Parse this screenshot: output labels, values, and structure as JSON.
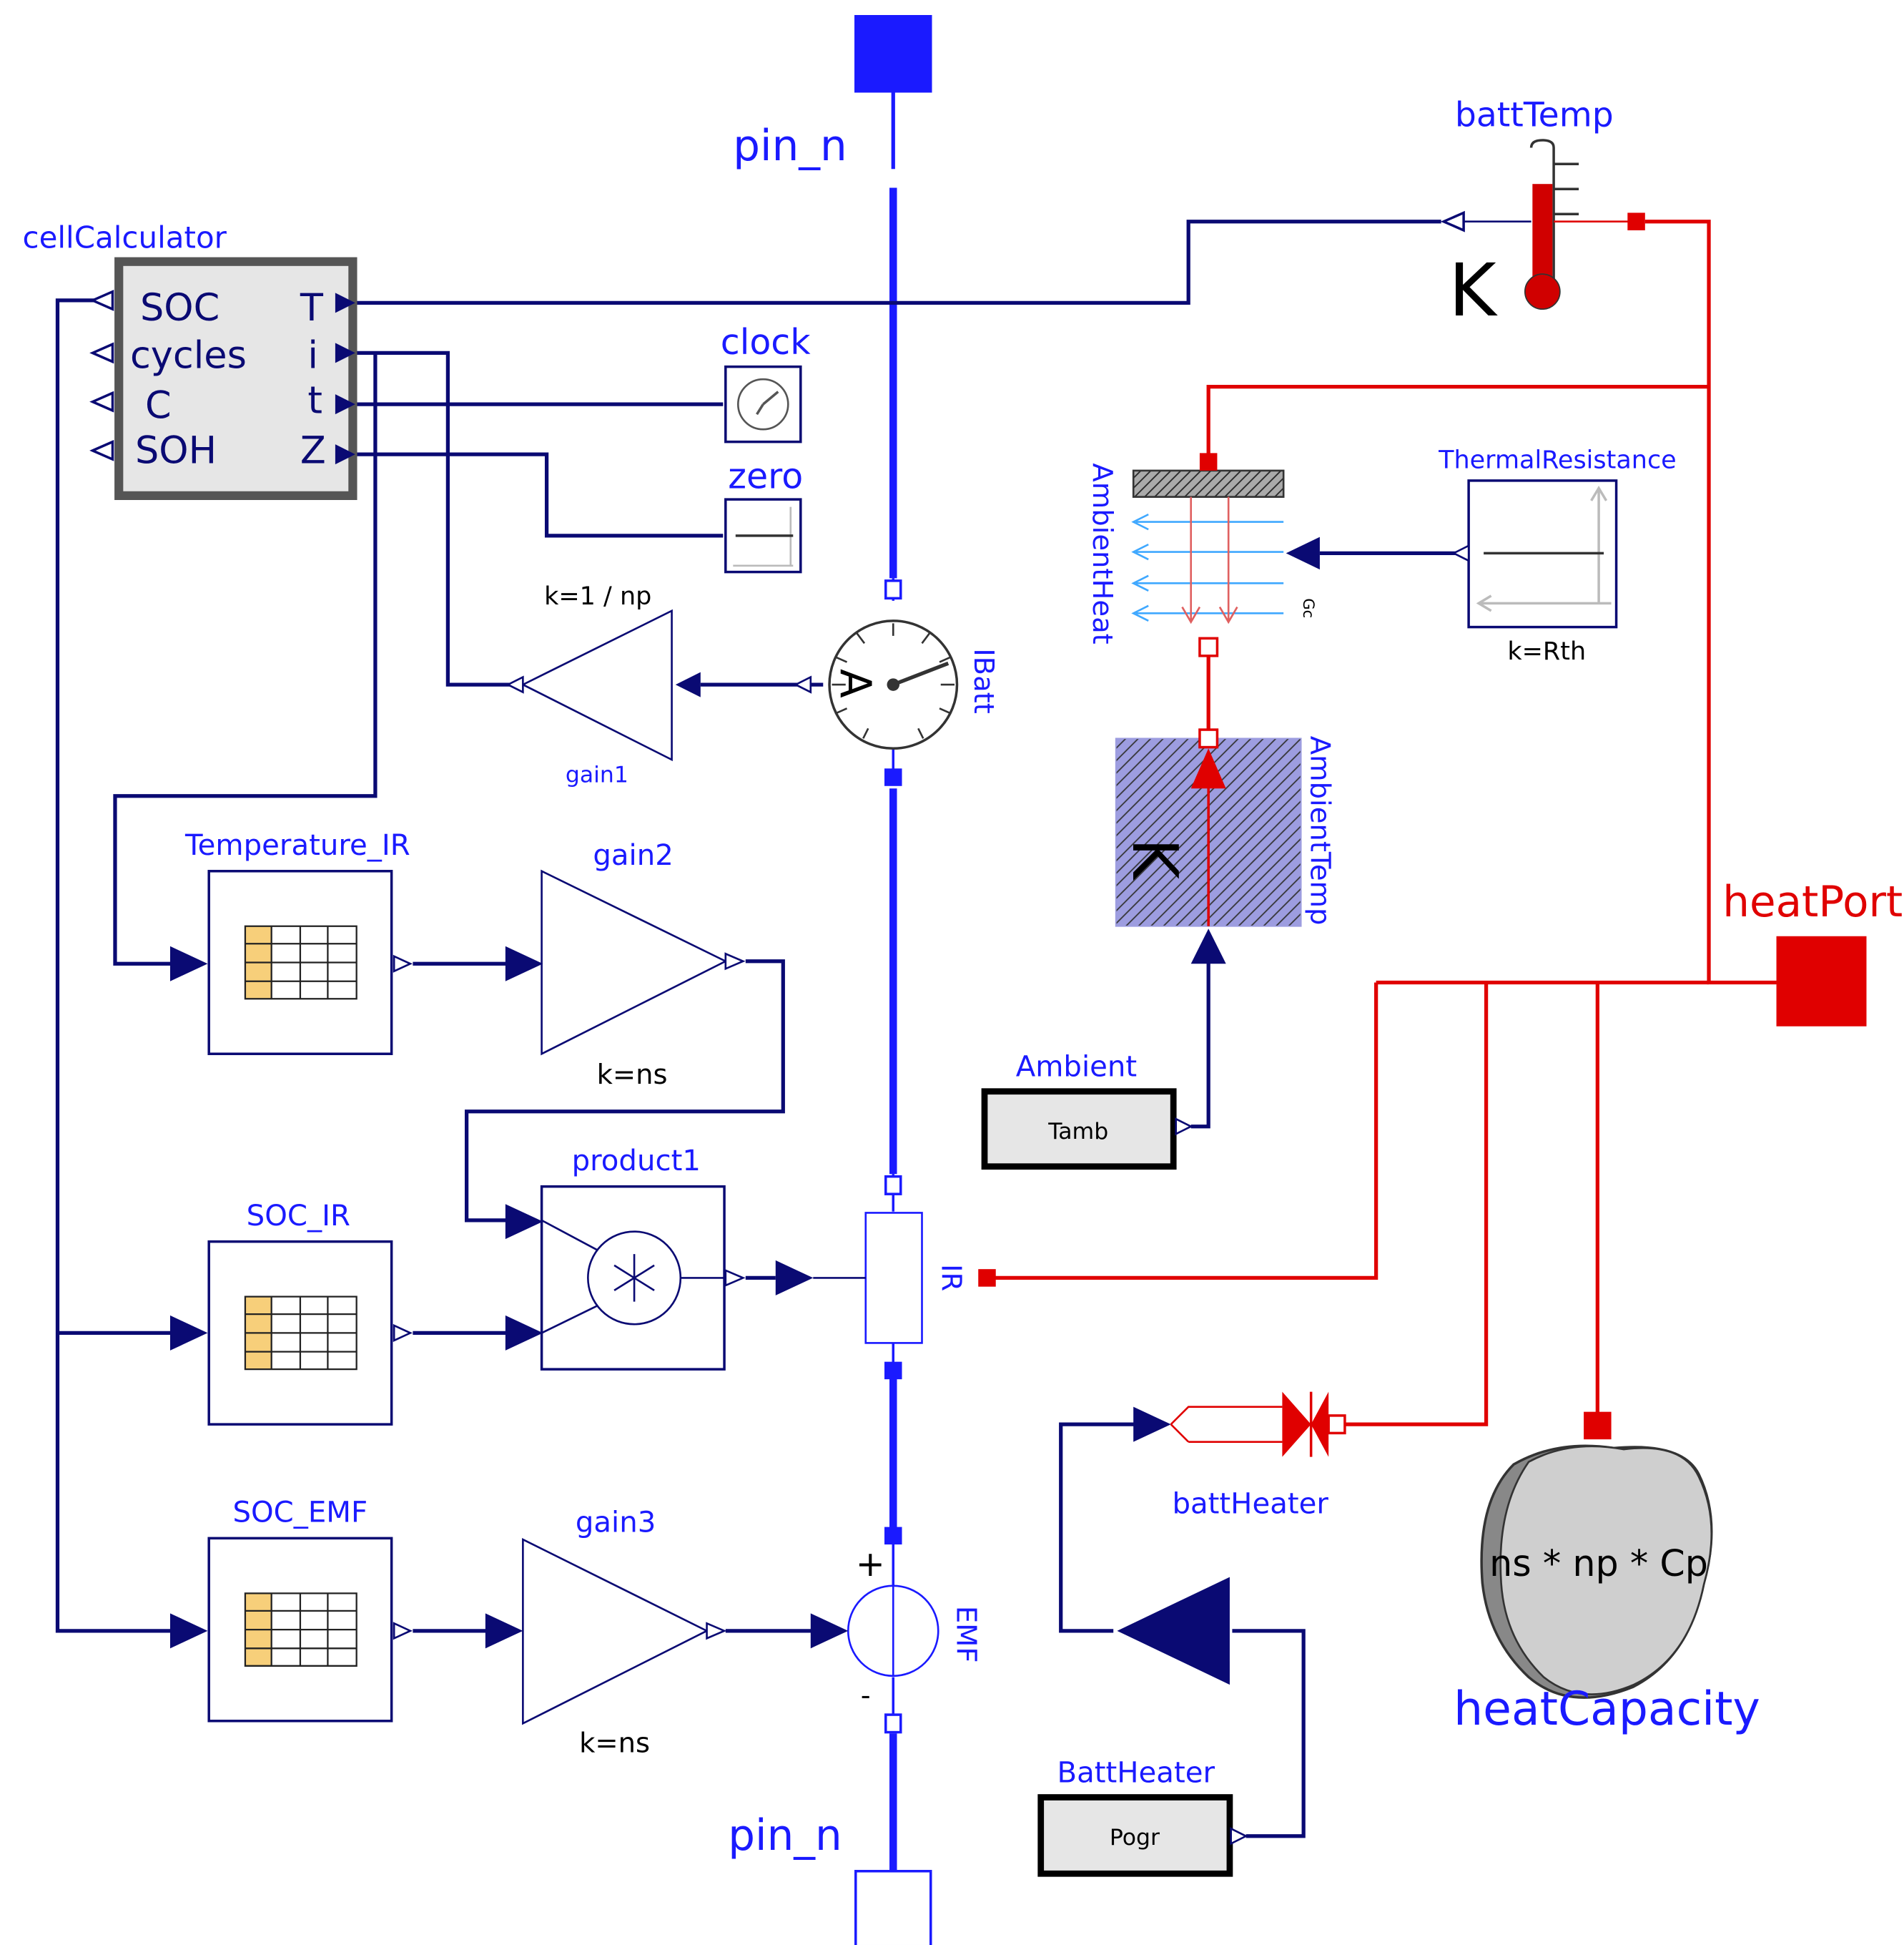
{
  "colors": {
    "electric": "#1a1aff",
    "signal": "#0a0a73",
    "thermal": "#e00000",
    "table_cell": "#f7cf7a",
    "block_fill": "#e6e6e6",
    "ambient_fill": "#9d9de0"
  },
  "labels": {
    "pin_top": "pin_n",
    "pin_bottom": "pin_n",
    "cell_calculator": "cellCalculator",
    "batt_temp": "battTemp",
    "clock": "clock",
    "zero": "zero",
    "k_gain1": "k=1 / np",
    "gain1": "gain1",
    "ibatt": "IBatt",
    "ammeter_letter": "A",
    "ambient_heat": "AmbientHeat",
    "gc": "Gc",
    "thermal_resistance": "ThermalResistance",
    "k_rth": "k=Rth",
    "ambient_temp": "AmbientTemp",
    "kelvin_ambient": "K",
    "kelvin_sensor": "K",
    "heat_port": "heatPort",
    "temperature_ir": "Temperature_IR",
    "gain2": "gain2",
    "k_gain2": "k=ns",
    "ambient": "Ambient",
    "tamb": "Tamb",
    "product1": "product1",
    "soc_ir": "SOC_IR",
    "ir": "IR",
    "batt_heater_comp": "battHeater",
    "soc_emf": "SOC_EMF",
    "gain3": "gain3",
    "k_gain3": "k=ns",
    "emf": "EMF",
    "plus": "+",
    "minus": "-",
    "heat_capacity_expr": "ns * np * Cp",
    "heat_capacity": "heatCapacity",
    "batt_heater_block": "BattHeater",
    "pogr": "Pogr"
  },
  "cell_calculator": {
    "outputs": [
      "SOC",
      "cycles",
      "C",
      "SOH"
    ],
    "inputs": [
      "T",
      "i",
      "t",
      "Z"
    ]
  }
}
